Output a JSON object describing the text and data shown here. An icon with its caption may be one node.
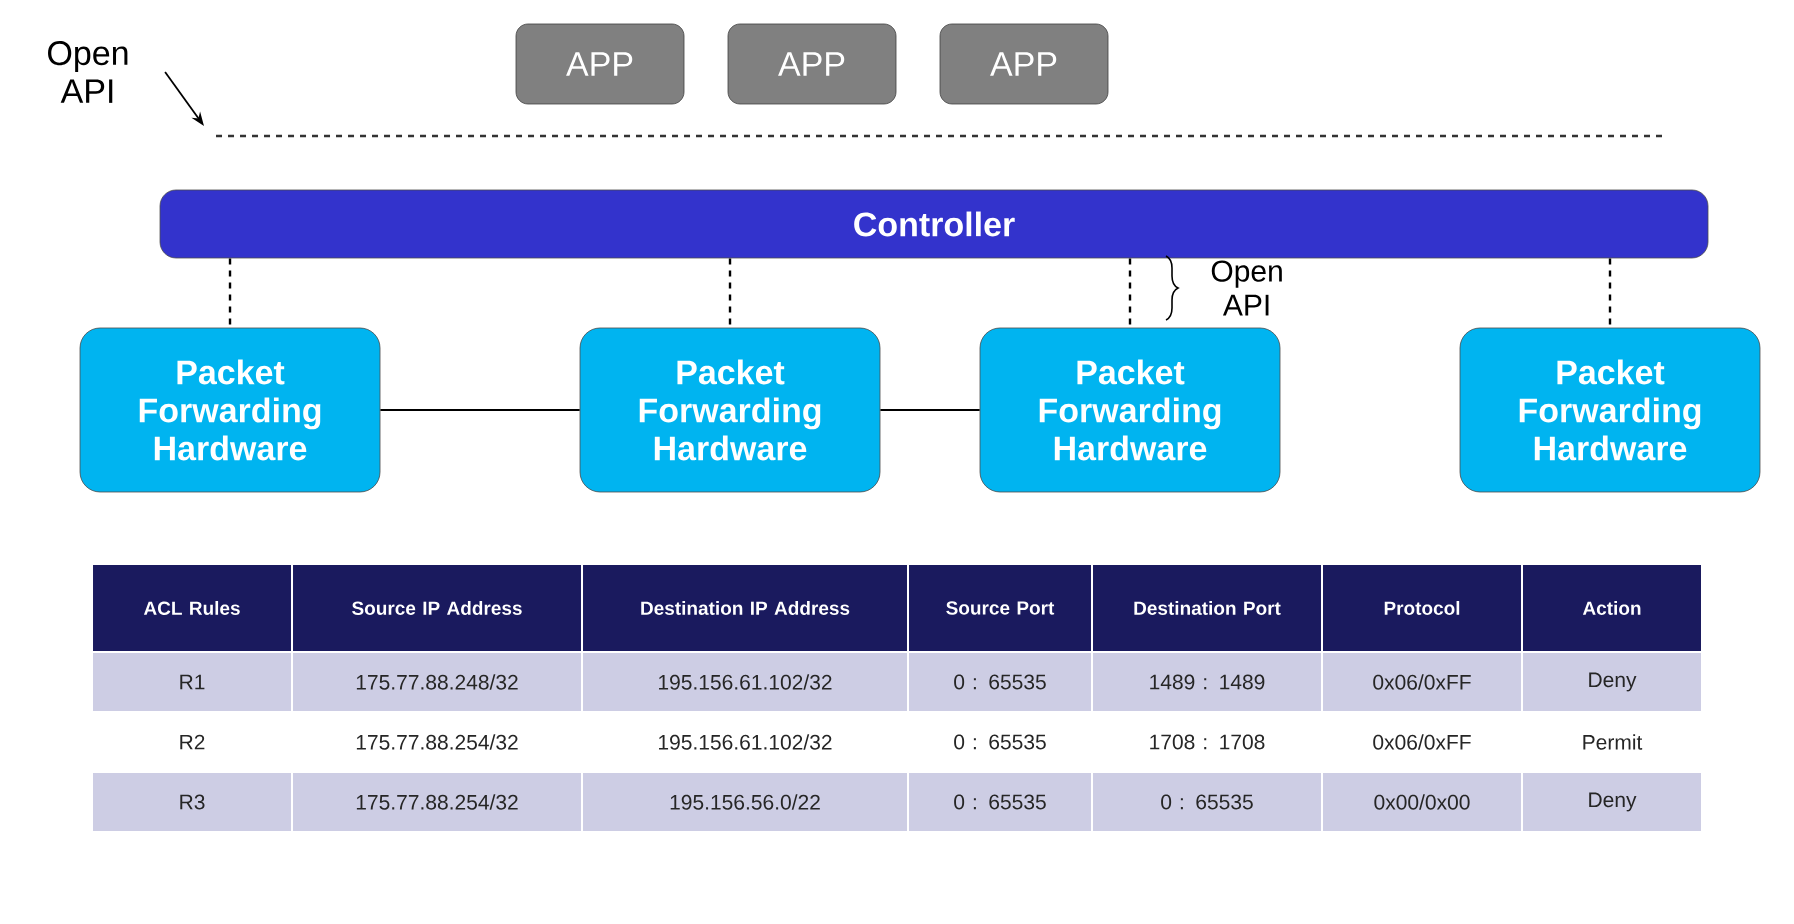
{
  "diagram": {
    "nodes": [
      {
        "text": [
          "APP"
        ]
      },
      {
        "text": [
          "APP"
        ]
      },
      {
        "text": [
          "APP"
        ]
      },
      {
        "text": [
          "Open API"
        ]
      },
      {
        "text": [
          "Controller"
        ]
      },
      {
        "text": [
          "Packet Forwarding Hardware"
        ]
      },
      {
        "text": [
          "Packet Forwarding Hardware"
        ]
      },
      {
        "text": [
          "Packet Forwarding Hardware"
        ]
      },
      {
        "text": [
          "Packet Forwarding Hardware"
        ]
      }
    ],
    "edges": [
      {
        "from": 3,
        "to": null,
        "arrow": "to"
      },
      {
        "from": 4,
        "to": 7,
        "arrow": "none",
        "style": "dashed"
      },
      {
        "from": 4,
        "to": 5,
        "arrow": "none",
        "style": "dashed"
      },
      {
        "from": 4,
        "to": 8,
        "arrow": "none",
        "style": "dashed"
      },
      {
        "from": 4,
        "to": 6,
        "arrow": "none",
        "style": "dashed"
      },
      {
        "from": 5,
        "to": 7,
        "arrow": "none"
      },
      {
        "from": 5,
        "to": 8,
        "arrow": "none"
      }
    ],
    "labels": [
      "Open API",
      "ACL Rules",
      "Source IP Address",
      "Destination IP Address",
      "Source Port",
      "Destination Port",
      "Protocol",
      "Action",
      "R1",
      "175.77.88.248/32",
      "195.156.61.102/32",
      "0 : 65535",
      "1489 : 1489",
      "0x06/0xFF",
      "Deny",
      "R2",
      "175.77.88.254/32",
      "195.156.61.102/32",
      "0 : 65535",
      "1708 : 1708",
      "0x06/0xFF",
      "Permit",
      "R3",
      "175.77.88.254/32",
      "195.156.56.0/22",
      "0 : 65535",
      "0 : 65535",
      "0x00/0x00",
      "Deny"
    ]
  }
}
